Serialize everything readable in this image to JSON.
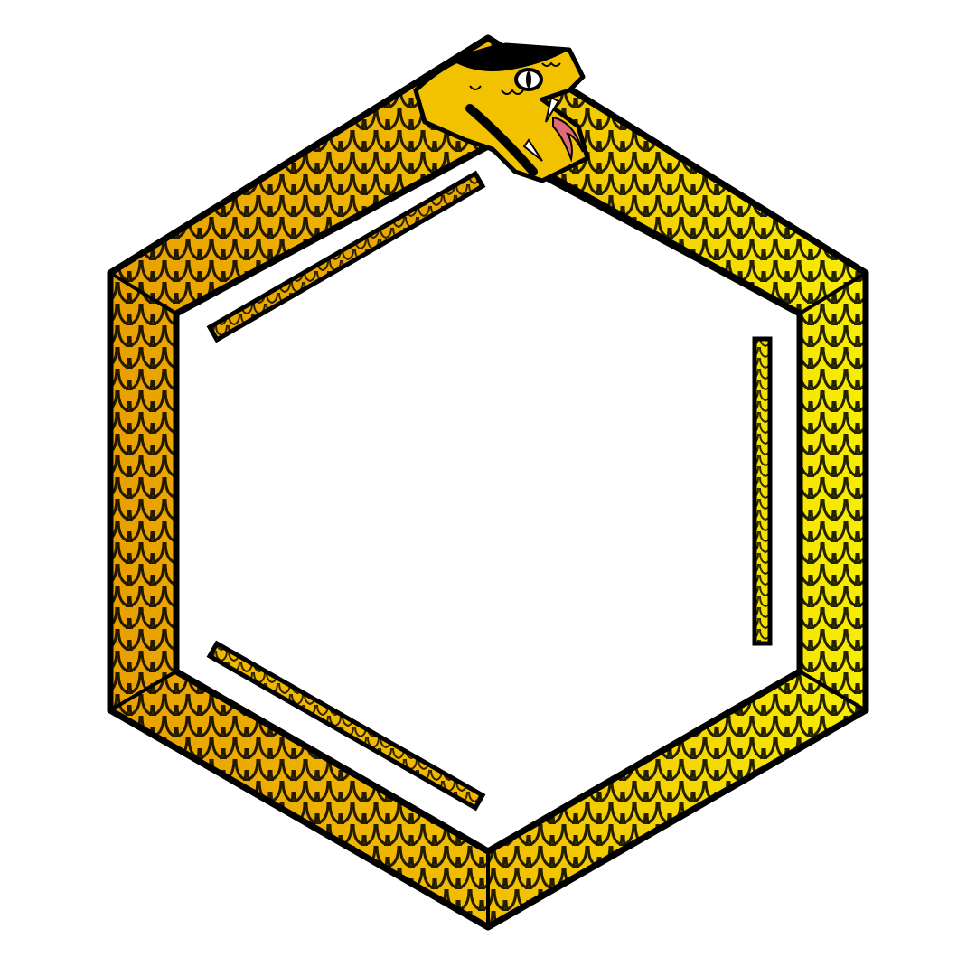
{
  "figure": {
    "subject": "benzene-ring-ouroboros",
    "style": "illustration",
    "text_visible": false
  },
  "colors": {
    "background": "#ffffff",
    "outline": "#000000",
    "scale_light": "#f7ee00",
    "scale_mid": "#f2c200",
    "scale_dark": "#e8a000",
    "eye": "#ffffff",
    "tongue": "#e06a78",
    "fang": "#ffffff"
  },
  "ring": {
    "sides": 6,
    "double_bonds": 3
  }
}
